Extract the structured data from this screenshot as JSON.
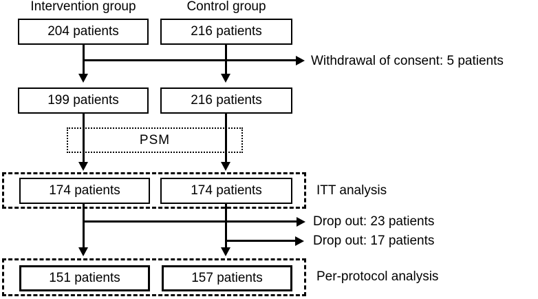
{
  "colors": {
    "line": "#000000",
    "background": "#ffffff",
    "text": "#000000"
  },
  "flow": {
    "column_headers": {
      "intervention": "Intervention group",
      "control": "Control group"
    },
    "enrollment": {
      "intervention": "204 patients",
      "control": "216 patients"
    },
    "withdrawal_note": "Withdrawal of consent: 5 patients",
    "after_withdrawal": {
      "intervention": "199 patients",
      "control": "216 patients"
    },
    "matching": {
      "label": "PSM"
    },
    "itt": {
      "intervention": "174 patients",
      "control": "174 patients",
      "label": "ITT analysis"
    },
    "dropout": {
      "intervention": "Drop out: 23 patients",
      "control": "Drop out: 17 patients"
    },
    "per_protocol": {
      "intervention": "151 patients",
      "control": "157 patients",
      "label": "Per-protocol analysis"
    }
  }
}
